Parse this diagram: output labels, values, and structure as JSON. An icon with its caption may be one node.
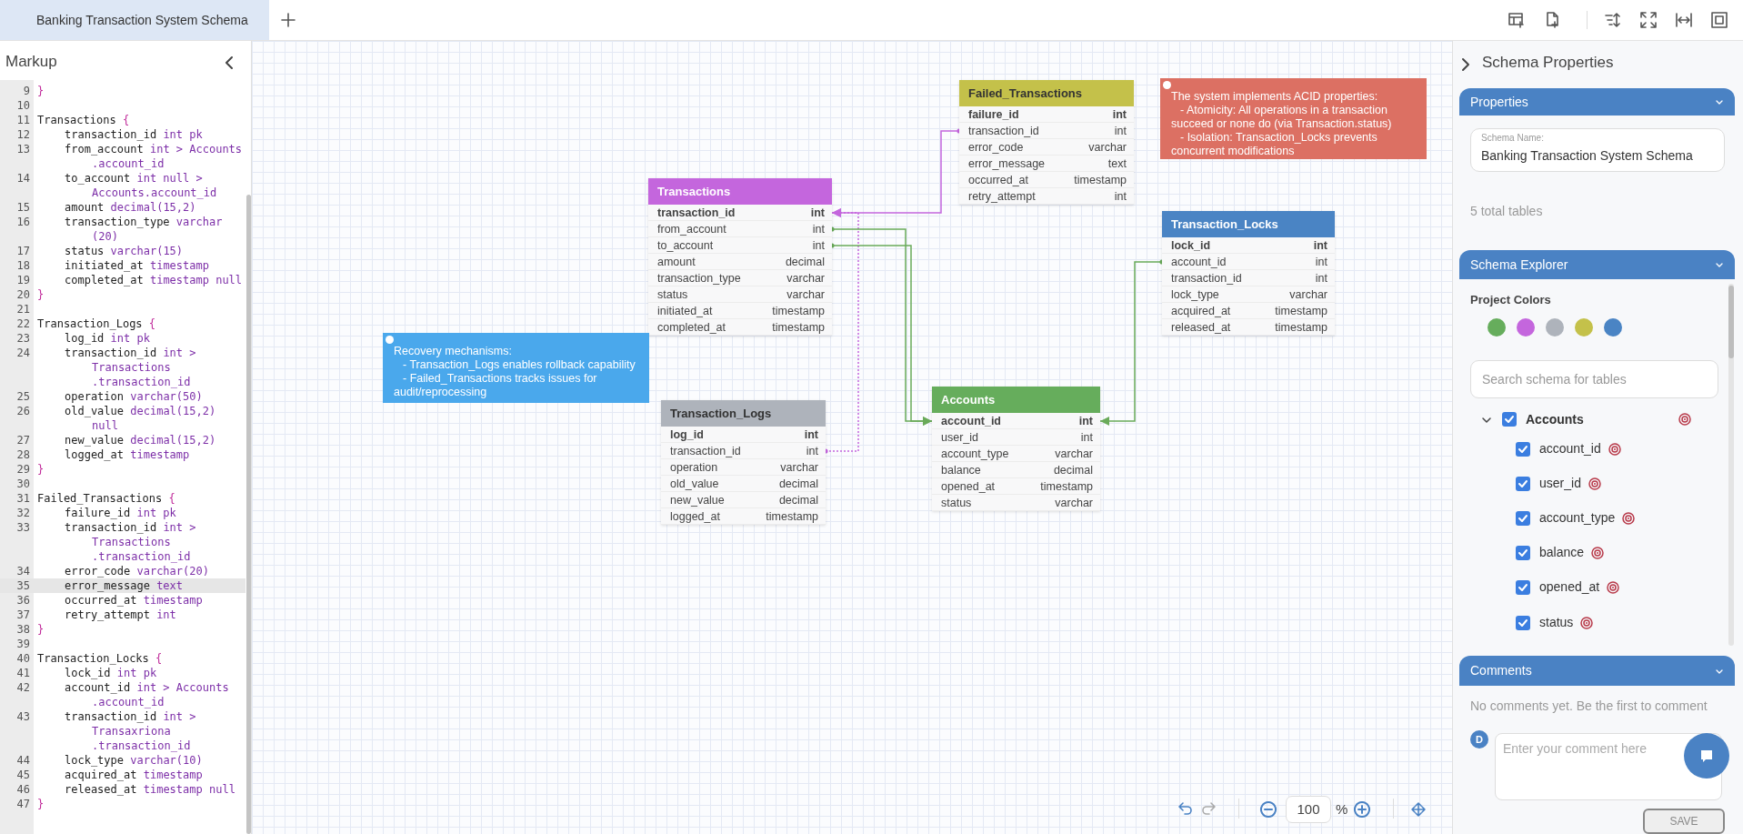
{
  "diagram": {
    "nodes": [
      {
        "text": [
          "Failed_Transactions"
        ]
      },
      {
        "text": [
          "failure_id",
          "int"
        ],
        "in": 0
      },
      {
        "text": [
          "transaction_id",
          "int"
        ],
        "in": 0
      },
      {
        "text": [
          "error_code",
          "varchar"
        ],
        "in": 0
      },
      {
        "text": [
          "error_message",
          "text"
        ],
        "in": 0
      },
      {
        "text": [
          "occurred_at",
          "timestamp"
        ],
        "in": 0
      },
      {
        "text": [
          "retry_attempt",
          "int"
        ],
        "in": 0
      },
      {
        "text": [
          "The system implements ACID properties:",
          "- Atomicity: All operations in a transaction succeed or none do (via Transaction.status)",
          "- Isolation: Transaction_Locks prevents concurrent modifications"
        ]
      },
      {
        "text": [
          "Transactions"
        ]
      },
      {
        "text": [
          "transaction_id",
          "int"
        ],
        "in": 8
      },
      {
        "text": [
          "from_account",
          "int"
        ],
        "in": 8
      },
      {
        "text": [
          "to_account",
          "int"
        ],
        "in": 8
      },
      {
        "text": [
          "amount",
          "decimal"
        ],
        "in": 8
      },
      {
        "text": [
          "transaction_type",
          "varchar"
        ],
        "in": 8
      },
      {
        "text": [
          "status",
          "varchar"
        ],
        "in": 8
      },
      {
        "text": [
          "initiated_at",
          "timestamp"
        ],
        "in": 8
      },
      {
        "text": [
          "completed_at",
          "timestamp"
        ],
        "in": 8
      },
      {
        "text": [
          "Transaction_Locks"
        ]
      },
      {
        "text": [
          "lock_id",
          "int"
        ],
        "in": 17
      },
      {
        "text": [
          "account_id",
          "int"
        ],
        "in": 17
      },
      {
        "text": [
          "transaction_id",
          "int"
        ],
        "in": 17
      },
      {
        "text": [
          "lock_type",
          "varchar"
        ],
        "in": 17
      },
      {
        "text": [
          "acquired_at",
          "timestamp"
        ],
        "in": 17
      },
      {
        "text": [
          "released_at",
          "timestamp"
        ],
        "in": 17
      },
      {
        "text": [
          "Recovery mechanisms:",
          "- Transaction_Logs enables rollback capability",
          "- Failed_Transactions tracks issues for audit/reprocessing"
        ]
      },
      {
        "text": [
          "Accounts"
        ]
      },
      {
        "text": [
          "account_id",
          "int"
        ],
        "in": 25
      },
      {
        "text": [
          "user_id",
          "int"
        ],
        "in": 25
      },
      {
        "text": [
          "account_type",
          "varchar"
        ],
        "in": 25
      },
      {
        "text": [
          "balance",
          "decimal"
        ],
        "in": 25
      },
      {
        "text": [
          "opened_at",
          "timestamp"
        ],
        "in": 25
      },
      {
        "text": [
          "status",
          "varchar"
        ],
        "in": 25
      },
      {
        "text": [
          "Transaction_Logs"
        ]
      },
      {
        "text": [
          "log_id",
          "int"
        ],
        "in": 32
      },
      {
        "text": [
          "transaction_id",
          "int"
        ],
        "in": 32
      },
      {
        "text": [
          "operation",
          "varchar"
        ],
        "in": 32
      },
      {
        "text": [
          "old_value",
          "decimal"
        ],
        "in": 32
      },
      {
        "text": [
          "new_value",
          "decimal"
        ],
        "in": 32
      },
      {
        "text": [
          "logged_at",
          "timestamp"
        ],
        "in": 32
      }
    ],
    "edges": [
      {
        "from": 2,
        "to": 9,
        "arrow": "to",
        "color": "#c466dd"
      },
      {
        "from": 34,
        "to": 9,
        "arrow": "to",
        "color": "#c466dd",
        "style": "dashed"
      },
      {
        "from": 10,
        "to": 26,
        "arrow": "to"
      },
      {
        "from": 11,
        "to": 26,
        "arrow": "to"
      },
      {
        "from": 19,
        "to": 26,
        "arrow": "to"
      }
    ],
    "labels": [
      "Banking Transaction System Schema",
      "Markup",
      "9",
      "}",
      "10",
      "11",
      "Transactions {",
      "12",
      "transaction_id int pk",
      "13",
      "from_account int > Accounts.account_id",
      "14",
      "to_account int null > Accounts.account_id",
      "15",
      "amount decimal(15,2)",
      "16",
      "transaction_type varchar(20)",
      "17",
      "status varchar(15)",
      "18",
      "initiated_at timestamp",
      "19",
      "completed_at timestamp null",
      "20",
      "}",
      "21",
      "22",
      "Transaction_Logs {",
      "23",
      "log_id int pk",
      "24",
      "transaction_id int > Transactions.transaction_id",
      "25",
      "operation varchar(50)",
      "26",
      "old_value decimal(15,2) null",
      "27",
      "new_value decimal(15,2)",
      "28",
      "logged_at timestamp",
      "29",
      "}",
      "30",
      "31",
      "Failed_Transactions {",
      "32",
      "failure_id int pk",
      "33",
      "transaction_id int > Transactions.transaction_id",
      "34",
      "error_code varchar(20)",
      "35",
      "error_message text",
      "36",
      "occurred_at timestamp",
      "37",
      "retry_attempt int",
      "38",
      "}",
      "39",
      "40",
      "Transaction_Locks {",
      "41",
      "lock_id int pk",
      "42",
      "account_id int > Accounts.account_id",
      "43",
      "transaction_id int > Transaxriona.transaction_id",
      "44",
      "lock_type varchar(10)",
      "45",
      "acquired_at timestamp",
      "46",
      "released_at timestamp null",
      "47",
      "}",
      "Schema Properties",
      "Properties",
      "Schema Name:",
      "Banking Transaction System Schema",
      "5 total tables",
      "Schema Explorer",
      "Project Colors",
      "Search schema for tables",
      "Accounts",
      "account_id",
      "user_id",
      "account_type",
      "balance",
      "opened_at",
      "status",
      "Comments",
      "No comments yet. Be the first to comment",
      "D",
      "Enter your comment here",
      "SAVE",
      "100",
      "%"
    ]
  }
}
